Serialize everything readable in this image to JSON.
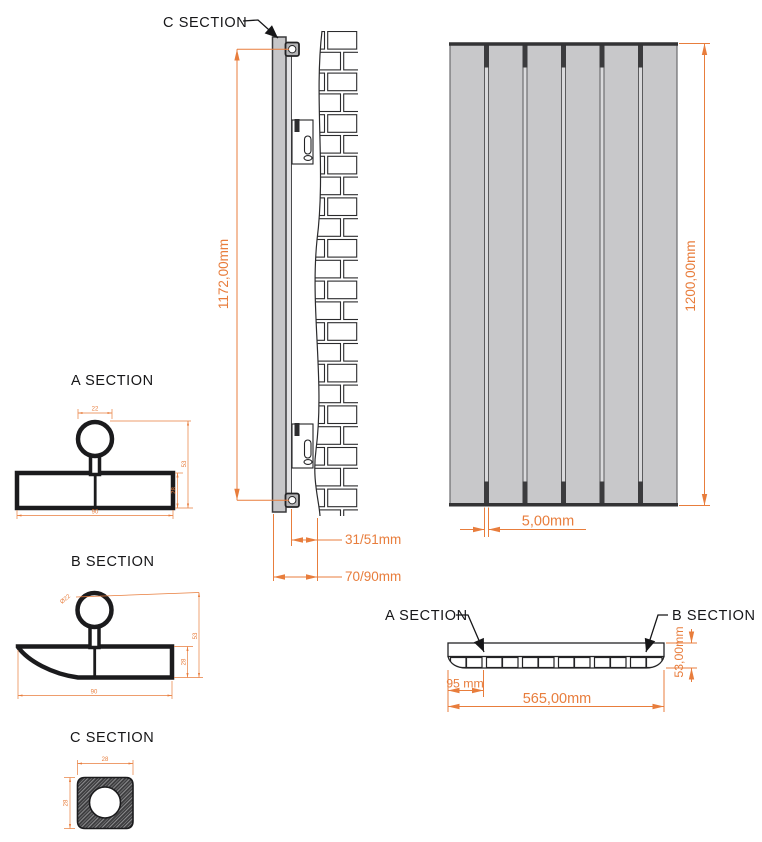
{
  "labels": {
    "c_callout": "C SECTION",
    "a_title": "A SECTION",
    "b_title": "B SECTION",
    "c_title": "C SECTION",
    "plan_a_callout": "A SECTION",
    "plan_b_callout": "B SECTION"
  },
  "dimensions": {
    "side_height": "1172,00mm",
    "front_height": "1200,00mm",
    "panel_gap": "5,00mm",
    "wall_to_pipe": "31/51mm",
    "wall_to_panel": "70/90mm",
    "plan_first_panel": "95 mm",
    "plan_width": "565,00mm",
    "plan_depth": "53,00mm",
    "section_a": {
      "pipe_width": "22",
      "total_depth": "53",
      "panel_depth": "28",
      "panel_width": "90"
    },
    "section_b": {
      "pipe_diameter": "Ø22",
      "total_depth": "53",
      "panel_depth": "28",
      "panel_width": "90"
    },
    "section_c": {
      "width": "28",
      "height": "28"
    }
  },
  "colors": {
    "dimension": "#E87D3C",
    "outline": "#2B2B2D",
    "panel_fill": "#C8C8CA"
  }
}
